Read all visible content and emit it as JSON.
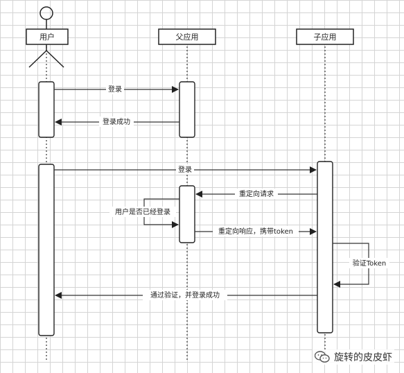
{
  "participants": [
    {
      "id": "user",
      "label": "用户"
    },
    {
      "id": "parent",
      "label": "父应用"
    },
    {
      "id": "child",
      "label": "子应用"
    }
  ],
  "messages": [
    {
      "from": "user",
      "to": "parent",
      "label": "登录"
    },
    {
      "from": "parent",
      "to": "user",
      "label": "登录成功"
    },
    {
      "from": "user",
      "to": "child",
      "label": "登录"
    },
    {
      "from": "child",
      "to": "parent",
      "label": "重定向请求"
    },
    {
      "from": "parent",
      "to": "parent",
      "label": "用户是否已经登录"
    },
    {
      "from": "parent",
      "to": "child",
      "label": "重定向响应，携带token"
    },
    {
      "from": "child",
      "to": "child",
      "label": "验证Token"
    },
    {
      "from": "child",
      "to": "user",
      "label": "通过验证，并登录成功"
    }
  ],
  "watermark": {
    "text": "旋转的皮皮虾",
    "icon": "wechat-icon"
  }
}
